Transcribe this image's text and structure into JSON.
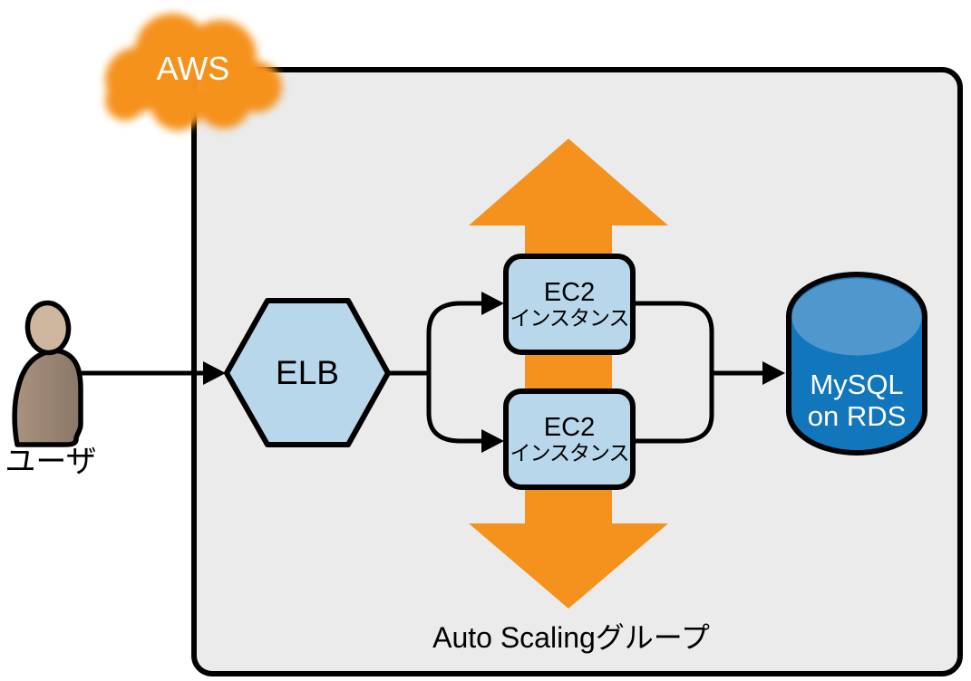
{
  "diagram": {
    "cloud": {
      "label": "AWS"
    },
    "user": {
      "label": "ユーザ"
    },
    "elb": {
      "label": "ELB"
    },
    "ec2_instances": [
      {
        "line1": "EC2",
        "line2": "インスタンス"
      },
      {
        "line1": "EC2",
        "line2": "インスタンス"
      }
    ],
    "database": {
      "line1": "MySQL",
      "line2": "on RDS"
    },
    "auto_scaling_group": {
      "label": "Auto Scalingグループ"
    },
    "colors": {
      "orange": "#F5921E",
      "node_fill": "#B8D7EB",
      "db_body": "#1276BD",
      "db_top": "#4F97CD",
      "boundary_fill": "#EBEBEB",
      "line": "#000000",
      "skin": "#CEB79E",
      "text_light": "#FFFFFF"
    }
  }
}
